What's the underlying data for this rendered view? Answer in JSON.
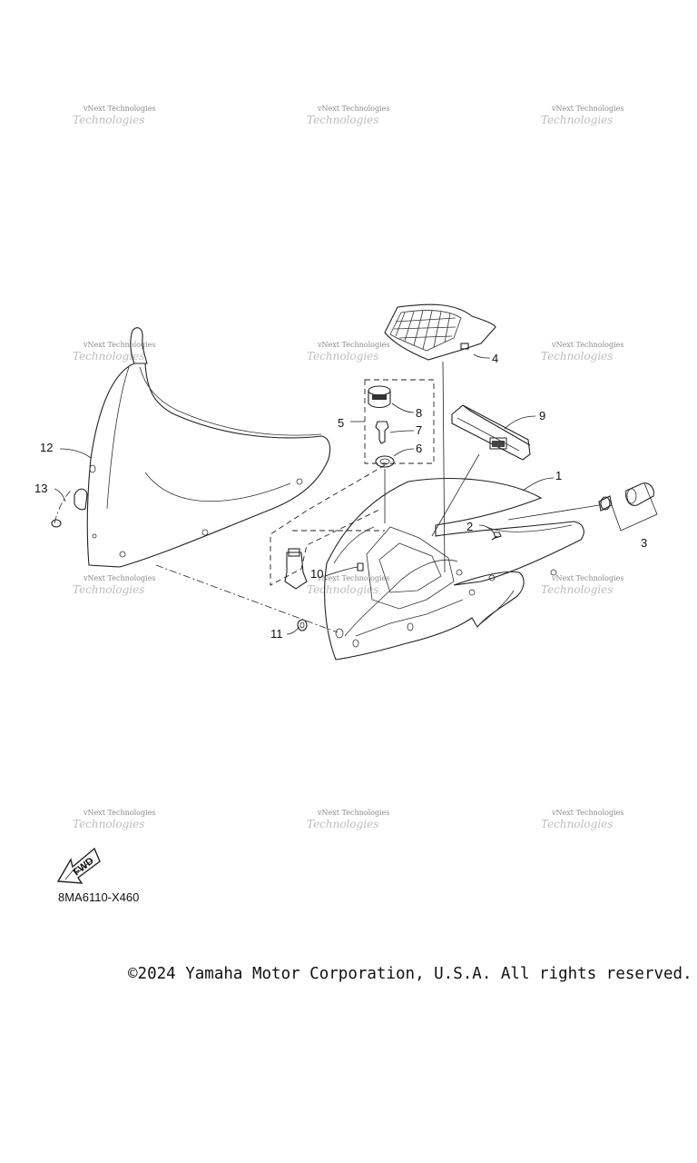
{
  "watermark": "vNext Technologies",
  "callouts": [
    "1",
    "2",
    "3",
    "4",
    "5",
    "6",
    "7",
    "8",
    "9",
    "10",
    "11",
    "12",
    "13"
  ],
  "fwd_label": "FWD",
  "diagram_code": "8MA6110-X460",
  "copyright": "©2024 Yamaha Motor Corporation, U.S.A. All rights reserved."
}
